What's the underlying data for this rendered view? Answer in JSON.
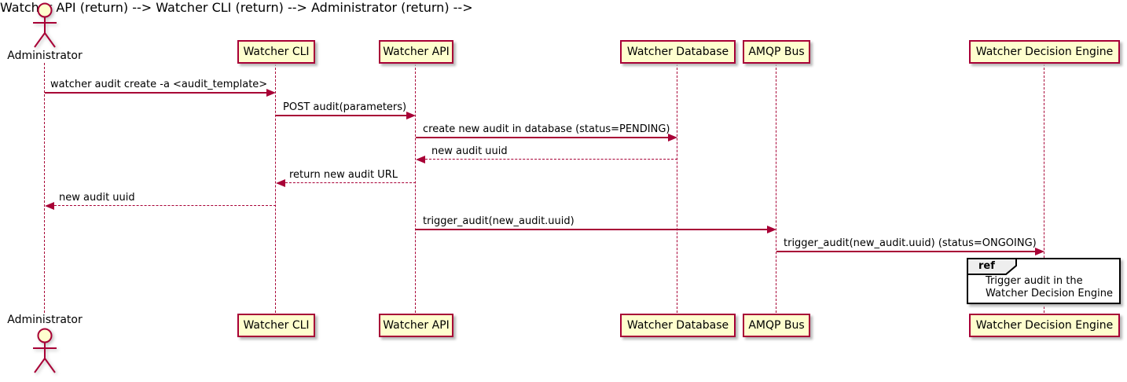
{
  "diagram": {
    "type": "sequence-diagram",
    "colors": {
      "participant_fill": "#FEFECE",
      "stroke": "#A80036",
      "text": "#000000",
      "ref_border": "#000000",
      "ref_tab_fill": "#EEEEEE",
      "background": "#FFFFFF"
    },
    "actor": {
      "name": "Administrator"
    },
    "participants": [
      {
        "label": "Watcher CLI"
      },
      {
        "label": "Watcher API"
      },
      {
        "label": "Watcher Database"
      },
      {
        "label": "AMQP Bus"
      },
      {
        "label": "Watcher Decision Engine"
      }
    ],
    "messages": [
      {
        "from": "Administrator",
        "to": "Watcher CLI",
        "style": "solid",
        "label": "watcher audit create -a <audit_template>"
      },
      {
        "from": "Watcher CLI",
        "to": "Watcher API",
        "style": "solid",
        "label": "POST audit(parameters)"
      },
      {
        "from": "Watcher API",
        "to": "Watcher Database",
        "style": "solid",
        "label": "create new audit in database (status=PENDING)"
      },
      {
        "from": "Watcher Database",
        "to": "Watcher API",
        "style": "dashed",
        "label": "new audit uuid"
      },
      {
        "from": "Watcher API",
        "to": "Watcher CLI",
        "style": "dashed",
        "label": "return new audit URL"
      },
      {
        "from": "Watcher CLI",
        "to": "Administrator",
        "style": "dashed",
        "label": "new audit uuid"
      },
      {
        "from": "Watcher API",
        "to": "AMQP Bus",
        "style": "solid",
        "label": "trigger_audit(new_audit.uuid)"
      },
      {
        "from": "AMQP Bus",
        "to": "Watcher Decision Engine",
        "style": "solid",
        "label": "trigger_audit(new_audit.uuid) (status=ONGOING)"
      }
    ],
    "ref": {
      "keyword": "ref",
      "lines": [
        "Trigger audit in the",
        "Watcher Decision Engine"
      ]
    }
  }
}
